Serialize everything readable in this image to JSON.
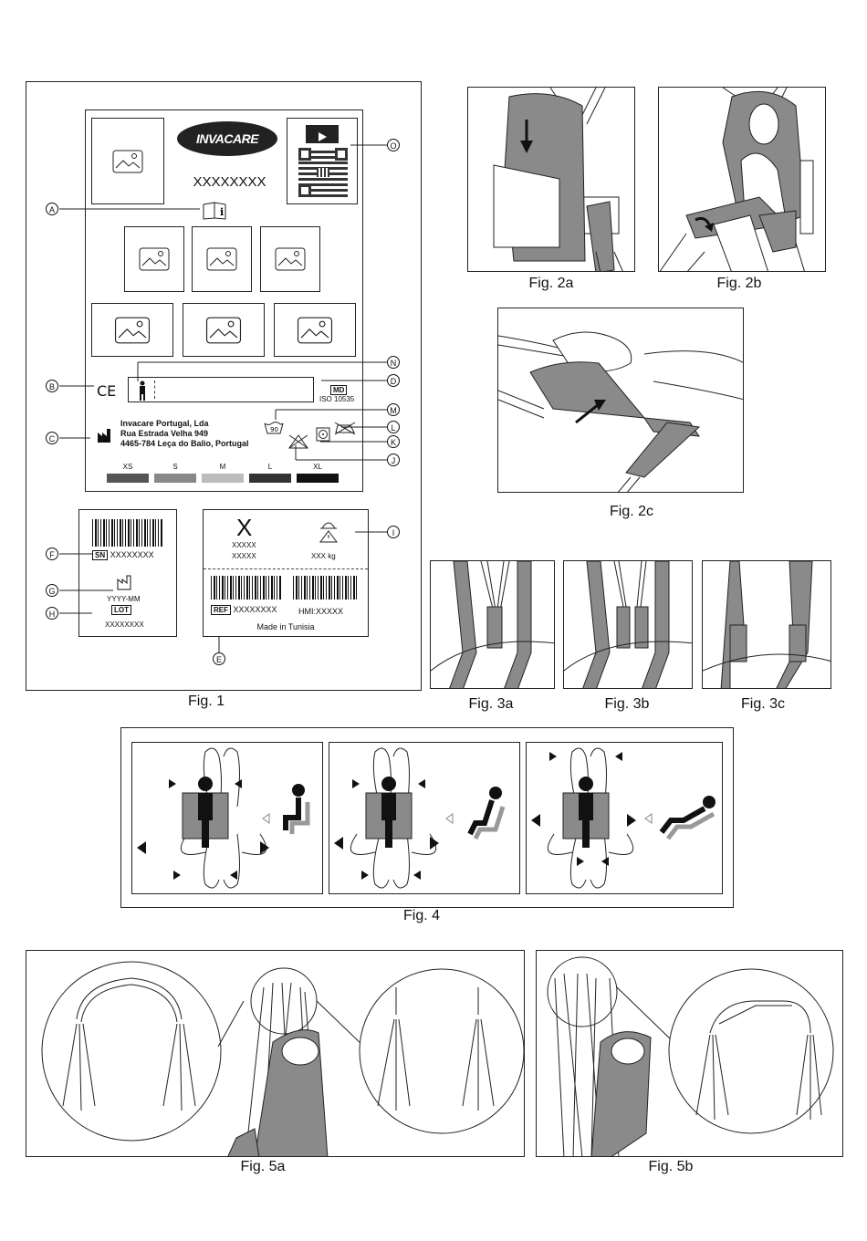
{
  "figure_captions": {
    "fig1": "Fig. 1",
    "fig2a": "Fig. 2a",
    "fig2b": "Fig. 2b",
    "fig2c": "Fig. 2c",
    "fig3a": "Fig. 3a",
    "fig3b": "Fig. 3b",
    "fig3c": "Fig. 3c",
    "fig4": "Fig. 4",
    "fig5a": "Fig. 5a",
    "fig5b": "Fig. 5b"
  },
  "label": {
    "brand": "INVACARE",
    "product_code": "XXXXXXXX",
    "md_mark": "MD",
    "iso": "ISO 10535",
    "ce": "CE",
    "manufacturer_line1": "Invacare Portugal, Lda",
    "manufacturer_line2": "Rua Estrada Velha 949",
    "manufacturer_line3": "4465-784 Leça do Balio, Portugal",
    "wash_temp": "90",
    "sizes": [
      "XS",
      "S",
      "M",
      "L",
      "XL"
    ],
    "size_colors": [
      "#555555",
      "#888888",
      "#bbbbbb",
      "#333333",
      "#111111"
    ],
    "callouts": {
      "A": "A",
      "B": "B",
      "C": "C",
      "D": "D",
      "E": "E",
      "F": "F",
      "G": "G",
      "H": "H",
      "I": "I",
      "J": "J",
      "K": "K",
      "L": "L",
      "M": "M",
      "N": "N",
      "O": "O"
    }
  },
  "tag_left": {
    "sn_label": "SN",
    "sn_value": "XXXXXXXX",
    "date": "YYYY-MM",
    "lot_label": "LOT",
    "lot_value": "XXXXXXXX"
  },
  "tag_right": {
    "big_x": "X",
    "x_line1": "XXXXX",
    "x_line2": "XXXXX",
    "weight": "XXX kg",
    "ref_label": "REF",
    "ref_value": "XXXXXXXX",
    "hmi": "HMI:XXXXX",
    "made_in": "Made in Tunisia"
  },
  "colors": {
    "sling_gray": "#8a8a8a",
    "line": "#222222"
  }
}
